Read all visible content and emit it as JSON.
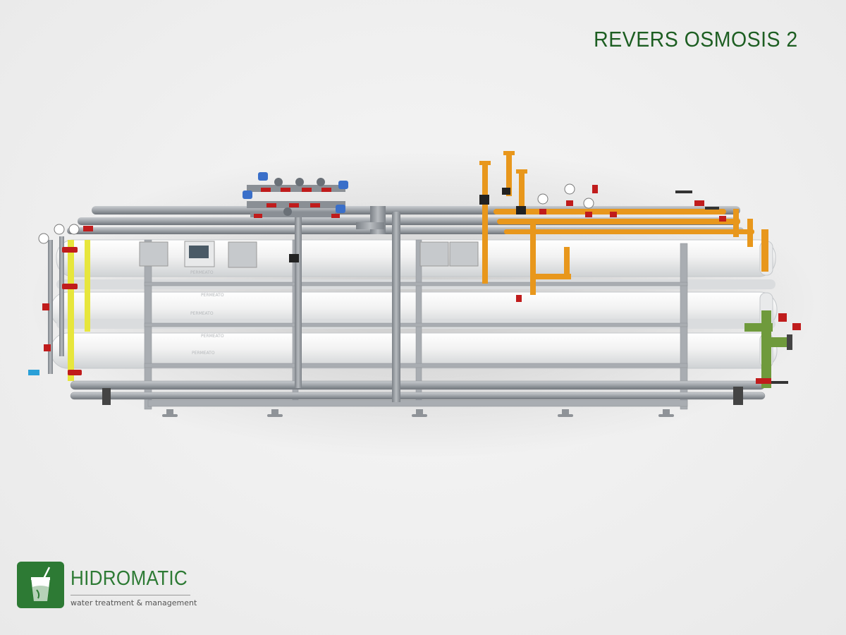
{
  "header": {
    "title": "REVERS OSMOSIS 2"
  },
  "brand": {
    "name": "HIDROMATIC",
    "tagline": "water treatment & management",
    "logo_icon": "water-glass-icon",
    "color": "#2d7a34"
  },
  "scene": {
    "subject": "reverse-osmosis-skid-render",
    "membrane_labels": [
      "PERMEATO",
      "PERMEATO",
      "PERMEATO",
      "PERMEATO",
      "PERMEATO"
    ],
    "colors": {
      "vessel": "#f4f4f4",
      "frame": "#a9adb2",
      "pipe_grey": "#9ea3a8",
      "pipe_orange": "#e8971c",
      "pipe_yellow": "#e7e63c",
      "pipe_green": "#6f9a3c",
      "valve_red": "#c01c1c",
      "actuator_blue": "#3a6fc9",
      "title_green": "#1d5e22"
    }
  }
}
